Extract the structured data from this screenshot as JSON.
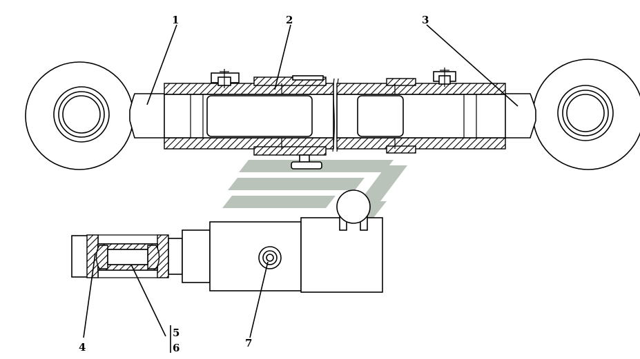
{
  "diagram": {
    "labels": [
      "1",
      "2",
      "3",
      "4",
      "5",
      "6",
      "7"
    ],
    "colors": {
      "line": "#000000",
      "watermark": "#b9c3b9",
      "background": "#ffffff"
    }
  }
}
